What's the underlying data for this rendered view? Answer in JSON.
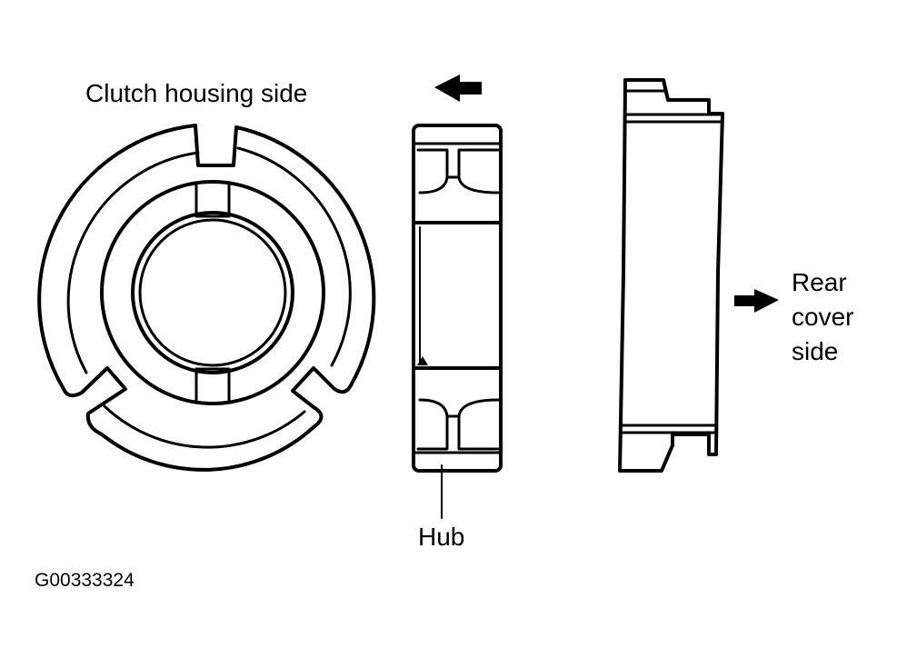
{
  "labels": {
    "clutch_housing_side": "Clutch housing side",
    "hub": "Hub",
    "rear_cover_line1": "Rear",
    "rear_cover_line2": "cover",
    "rear_cover_line3": "side",
    "figure_code": "G00333324"
  },
  "icons": {
    "left_arrow": "arrow-left-icon",
    "right_arrow": "arrow-right-icon",
    "marker": "triangle-marker-icon"
  },
  "colors": {
    "ink": "#000000",
    "paper": "#ffffff"
  }
}
